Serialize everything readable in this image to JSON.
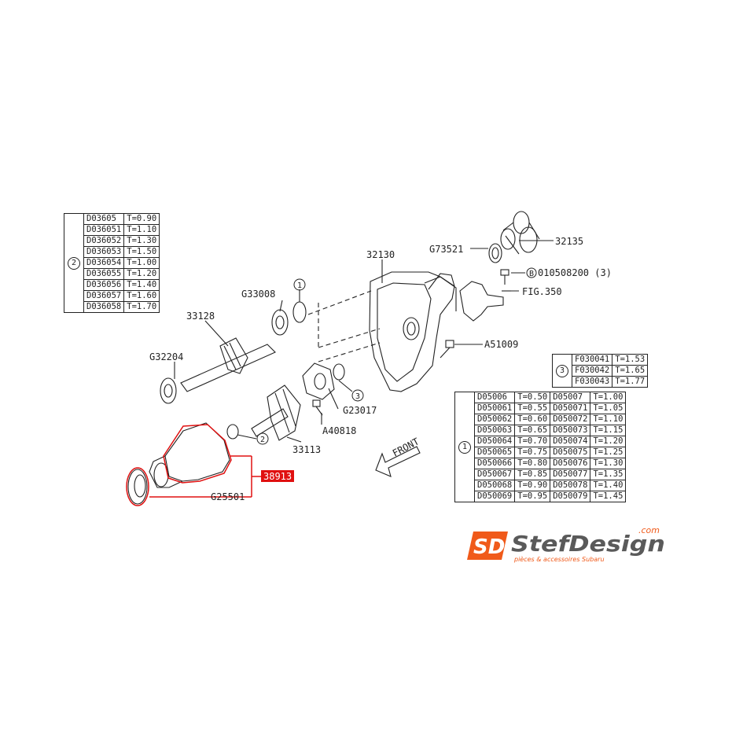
{
  "table_2": {
    "marker": "2",
    "rows": [
      {
        "part": "D03605",
        "thickness": "T=0.90"
      },
      {
        "part": "D036051",
        "thickness": "T=1.10"
      },
      {
        "part": "D036052",
        "thickness": "T=1.30"
      },
      {
        "part": "D036053",
        "thickness": "T=1.50"
      },
      {
        "part": "D036054",
        "thickness": "T=1.00"
      },
      {
        "part": "D036055",
        "thickness": "T=1.20"
      },
      {
        "part": "D036056",
        "thickness": "T=1.40"
      },
      {
        "part": "D036057",
        "thickness": "T=1.60"
      },
      {
        "part": "D036058",
        "thickness": "T=1.70"
      }
    ]
  },
  "table_3": {
    "marker": "3",
    "rows": [
      {
        "part": "F030041",
        "thickness": "T=1.53"
      },
      {
        "part": "F030042",
        "thickness": "T=1.65"
      },
      {
        "part": "F030043",
        "thickness": "T=1.77"
      }
    ]
  },
  "table_1": {
    "marker": "1",
    "rows": [
      {
        "part_a": "D05006",
        "t_a": "T=0.50",
        "part_b": "D05007",
        "t_b": "T=1.00"
      },
      {
        "part_a": "D050061",
        "t_a": "T=0.55",
        "part_b": "D050071",
        "t_b": "T=1.05"
      },
      {
        "part_a": "D050062",
        "t_a": "T=0.60",
        "part_b": "D050072",
        "t_b": "T=1.10"
      },
      {
        "part_a": "D050063",
        "t_a": "T=0.65",
        "part_b": "D050073",
        "t_b": "T=1.15"
      },
      {
        "part_a": "D050064",
        "t_a": "T=0.70",
        "part_b": "D050074",
        "t_b": "T=1.20"
      },
      {
        "part_a": "D050065",
        "t_a": "T=0.75",
        "part_b": "D050075",
        "t_b": "T=1.25"
      },
      {
        "part_a": "D050066",
        "t_a": "T=0.80",
        "part_b": "D050076",
        "t_b": "T=1.30"
      },
      {
        "part_a": "D050067",
        "t_a": "T=0.85",
        "part_b": "D050077",
        "t_b": "T=1.35"
      },
      {
        "part_a": "D050068",
        "t_a": "T=0.90",
        "part_b": "D050078",
        "t_b": "T=1.40"
      },
      {
        "part_a": "D050069",
        "t_a": "T=0.95",
        "part_b": "D050079",
        "t_b": "T=1.45"
      }
    ]
  },
  "labels": {
    "l32135": "32135",
    "g73521": "G73521",
    "l32130": "32130",
    "b_bolt": "010508200 (3)",
    "b_mark": "B",
    "fig350": "FIG.350",
    "g33008": "G33008",
    "l33128": "33128",
    "g32204": "G32204",
    "a51009": "A51009",
    "g23017": "G23017",
    "a40818": "A40818",
    "l33113": "33113",
    "g25501": "G25501",
    "front": "FRONT",
    "highlight": "38913",
    "m1": "1",
    "m2": "2",
    "m3": "3"
  },
  "logo": {
    "mark": "SD",
    "name": "StefDesign",
    "domain": ".com",
    "tagline": "pièces & accessoires Subaru"
  },
  "colors": {
    "highlight": "#e01010",
    "logo_orange": "#f05a1a",
    "logo_dark": "#5a5a5a"
  }
}
